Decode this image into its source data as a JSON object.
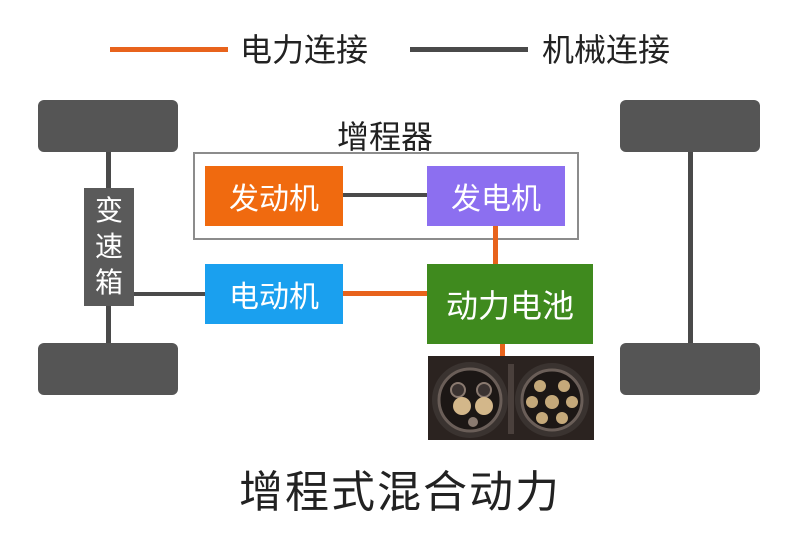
{
  "legend": {
    "electric_label": "电力连接",
    "mechanical_label": "机械连接",
    "electric_color": "#e8631c",
    "mechanical_color": "#4a4a4a"
  },
  "range_extender": {
    "title": "增程器"
  },
  "components": {
    "engine": {
      "label": "发动机",
      "color": "#f06a0f"
    },
    "generator": {
      "label": "发电机",
      "color": "#8c6ff0"
    },
    "motor": {
      "label": "电动机",
      "color": "#1aa0ef"
    },
    "battery": {
      "label": "动力电池",
      "color": "#3f8a1e"
    }
  },
  "gearbox": {
    "chars": [
      "变",
      "速",
      "箱"
    ]
  },
  "footer": {
    "title": "增程式混合动力"
  },
  "icons": [
    "charging-port-icon"
  ]
}
